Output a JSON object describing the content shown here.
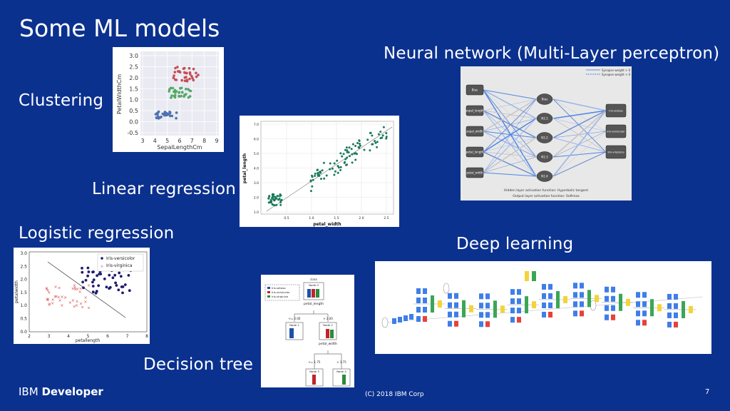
{
  "slide": {
    "title": "Some ML models",
    "page_number": "7",
    "copyright": "(C) 2018 IBM Corp",
    "brand": {
      "regular": "IBM ",
      "bold": "Developer"
    }
  },
  "labels": {
    "clustering": "Clustering",
    "neural_network": "Neural network (Multi-Layer perceptron)",
    "linear_regression": "Linear regression",
    "logistic_regression": "Logistic regression",
    "deep_learning": "Deep learning",
    "decision_tree": "Decision tree"
  },
  "clustering_plot": {
    "xlabel": "SepalLengthCm",
    "ylabel": "PetalWidthCm",
    "xticks": [
      "3",
      "4",
      "5",
      "6",
      "7",
      "8",
      "9"
    ],
    "yticks": [
      "3.0",
      "2.5",
      "2.0",
      "1.5",
      "1.0",
      "0.5",
      "0.0",
      "-0.5"
    ],
    "colors": {
      "a": "#4c72b0",
      "b": "#55a868",
      "c": "#c44e52"
    }
  },
  "linear_plot": {
    "xlabel": "petal_width",
    "ylabel": "petal_length",
    "xticks": [
      "0.5",
      "1.0",
      "1.5",
      "2.0",
      "2.5"
    ],
    "yticks": [
      "7.0",
      "6.0",
      "5.0",
      "4.0",
      "3.0",
      "2.0",
      "1.0"
    ],
    "color": "#1a7a5a"
  },
  "logistic_plot": {
    "xlabel": "petallength",
    "ylabel": "petalwidth",
    "xticks": [
      "2",
      "3",
      "4",
      "5",
      "6",
      "7",
      "8"
    ],
    "yticks": [
      "3.0",
      "2.5",
      "2.0",
      "1.5",
      "1.0",
      "0.5",
      "0.0"
    ],
    "legend": [
      "Iris-versicolor",
      "Iris-virginica"
    ],
    "colors": {
      "versicolor": "#1c1c6e",
      "virginica": "#d9534f"
    }
  },
  "nn_diagram": {
    "legend": [
      "Synapse weight > 0",
      "Synapse weight < 0"
    ],
    "inputs": [
      "Bias",
      "sepal_length",
      "sepal_width",
      "petal_length",
      "petal_width"
    ],
    "hidden": [
      "Bias",
      "N1:1",
      "N1:2",
      "N1:3",
      "N1:4"
    ],
    "outputs": [
      "Iris-setosa",
      "Iris-versicolor",
      "Iris-virginica"
    ],
    "footer1": "Hidden layer activation function: Hyperbolic tangent",
    "footer2": "Output layer activation function: Softmax"
  },
  "tree_diagram": {
    "root": "Node 0",
    "legend": [
      "Iris-setosa",
      "Iris-versicolor",
      "Iris-virginica"
    ],
    "split1": "petal_length",
    "left_cond": "<= 2.00",
    "right_cond": "> 2.00",
    "node1": "Node 1",
    "node2": "Node 2",
    "split2": "petal_width",
    "left2": "<= 1.75",
    "right2": "> 1.75",
    "node3": "Node 3",
    "node4": "Node 4"
  }
}
